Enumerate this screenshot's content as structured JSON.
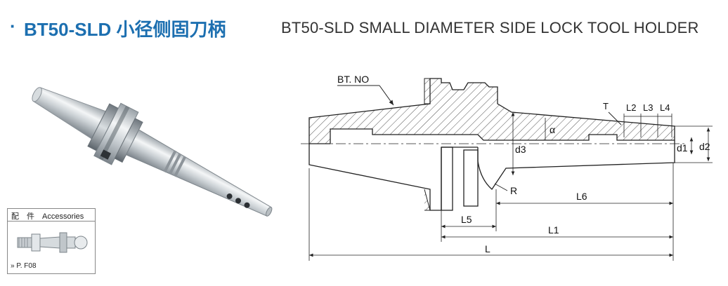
{
  "header": {
    "bullet": "·",
    "title_cn": "BT50-SLD 小径侧固刀柄",
    "title_en": "BT50-SLD SMALL DIAMETER SIDE LOCK TOOL HOLDER"
  },
  "colors": {
    "brand_blue": "#1c6fb0",
    "line": "#222222",
    "hatch": "#555555"
  },
  "accessories": {
    "title": "配　件　Accessories",
    "ref": "» P. F08"
  },
  "drawing": {
    "labels": {
      "bt_no": "BT. NO",
      "t": "T",
      "l2": "L2",
      "l3": "L3",
      "l4": "L4",
      "alpha": "α",
      "d3": "d3",
      "d1": "d1",
      "d2": "d2",
      "r": "R",
      "l6": "L6",
      "l5": "L5",
      "l1": "L1",
      "l": "L"
    }
  }
}
